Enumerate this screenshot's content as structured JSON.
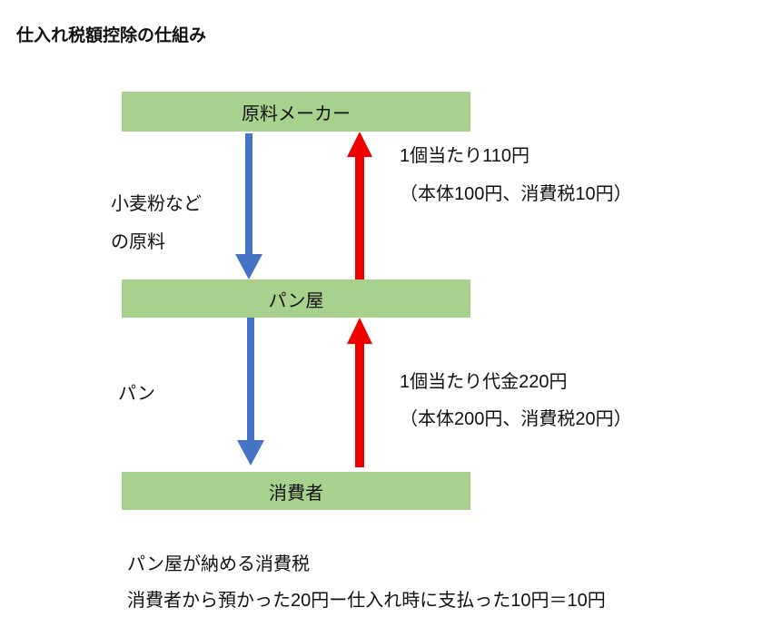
{
  "title": "仕入れ税額控除の仕組み",
  "boxes": {
    "maker": "原料メーカー",
    "bakery": "パン屋",
    "consumer": "消費者"
  },
  "flows": {
    "goods_1": [
      "小麦粉など",
      "の原料"
    ],
    "payment_1": [
      "1個当たり110円",
      "（本体100円、消費税10円）"
    ],
    "goods_2": "パン",
    "payment_2": [
      "1個当たり代金220円",
      "（本体200円、消費税20円）"
    ]
  },
  "summary": {
    "heading": "パン屋が納める消費税",
    "formula": "消費者から預かった20円ー仕入れ時に支払った10円＝10円"
  },
  "colors": {
    "box": "#a9d18e",
    "goods_arrow": "#4472c4",
    "payment_arrow": "#ee0000"
  }
}
